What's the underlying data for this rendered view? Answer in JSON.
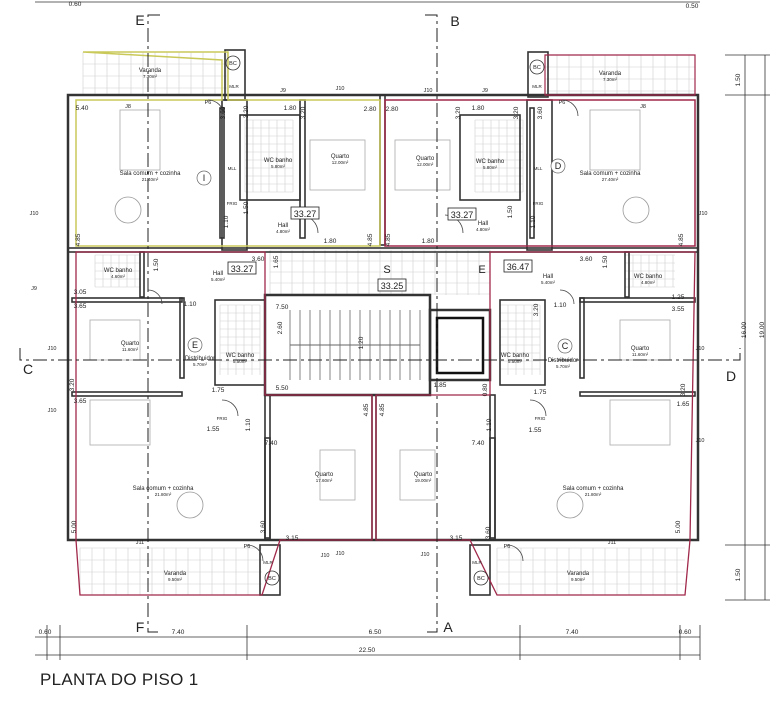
{
  "title": "PLANTA DO PISO 1",
  "colors": {
    "wall": "#333333",
    "unit_top_left": "#c9c95a",
    "unit_other": "#a0284a",
    "tile": "#cfcfcf"
  },
  "rooms": [
    {
      "name": "Varanda",
      "area": "7.30m²"
    },
    {
      "name": "Sala comum + cozinha",
      "area": "21.40m²"
    },
    {
      "name": "WC banho",
      "area": "5.80m²"
    },
    {
      "name": "Quarto",
      "area": "12.00m²"
    },
    {
      "name": "Hall",
      "area": "4.80m²"
    },
    {
      "name": "Varanda",
      "area": "7.30m²"
    },
    {
      "name": "Quarto",
      "area": "12.00m²"
    },
    {
      "name": "WC banho",
      "area": "5.80m²"
    },
    {
      "name": "Sala comum + cozinha",
      "area": "27.40m²"
    },
    {
      "name": "Hall",
      "area": "4.80m²"
    },
    {
      "name": "WC banho",
      "area": "4.60m²"
    },
    {
      "name": "Hall",
      "area": "5.40m²"
    },
    {
      "name": "Quarto",
      "area": "11.60m²"
    },
    {
      "name": "Distribuidor",
      "area": "5.70m²"
    },
    {
      "name": "WC banho",
      "area": "5.50m²"
    },
    {
      "name": "Hall",
      "area": "5.40m²"
    },
    {
      "name": "WC banho",
      "area": "4.80m²"
    },
    {
      "name": "WC banho",
      "area": "5.50m²"
    },
    {
      "name": "Distribuidor",
      "area": "5.70m²"
    },
    {
      "name": "Quarto",
      "area": "11.60m²"
    },
    {
      "name": "Sala comum + cozinha",
      "area": "21.80m²"
    },
    {
      "name": "Quarto",
      "area": "17.60m²"
    },
    {
      "name": "Quarto",
      "area": "19.00m²"
    },
    {
      "name": "Sala comum + cozinha",
      "area": "21.80m²"
    },
    {
      "name": "Varanda",
      "area": "9.50m²"
    },
    {
      "name": "Varanda",
      "area": "9.50m²"
    }
  ],
  "area_badges": [
    "33.27",
    "33.27",
    "33.27",
    "36.47",
    "33.25"
  ],
  "unit_marks": [
    "I",
    "D",
    "E",
    "C"
  ],
  "section_marks": [
    "E",
    "B",
    "C",
    "D",
    "F",
    "A",
    "S",
    "E"
  ],
  "fixtures": [
    "BC",
    "MLR",
    "BC",
    "MLR",
    "MLR",
    "BC",
    "MLR",
    "BC",
    "FRIG",
    "FRIG",
    "FRIG",
    "FRIG",
    "MLL",
    "MLL"
  ],
  "openings": [
    "J8",
    "P6",
    "J9",
    "J10",
    "J10",
    "J9",
    "P6",
    "J8",
    "J10",
    "J10",
    "J9",
    "J10",
    "J10",
    "J10",
    "J10",
    "J10",
    "J11",
    "P6",
    "J10",
    "J10",
    "P6",
    "J11"
  ],
  "dimensions": [
    "5.40",
    "3.60",
    "3.20",
    "1.80",
    "3.20",
    "2.80",
    "1.10",
    "1.50",
    "1.80",
    "4.85",
    "4.85",
    "2.80",
    "3.20",
    "1.80",
    "3.20",
    "3.60",
    "1.50",
    "1.10",
    "4.85",
    "1.80",
    "4.85",
    "1.50",
    "3.60",
    "1.65",
    "3.05",
    "3.65",
    "1.10",
    "7.50",
    "2.60",
    "1.20",
    "1.75",
    "5.50",
    "3.20",
    "3.65",
    "3.60",
    "1.50",
    "1.25",
    "3.55",
    "1.10",
    "3.20",
    "1.85",
    "0.80",
    "1.75",
    "3.20",
    "1.65",
    "4.85",
    "4.85",
    "1.10",
    "1.55",
    "7.40",
    "1.10",
    "1.55",
    "7.40",
    "5.00",
    "3.60",
    "3.15",
    "3.15",
    "3.60",
    "5.00",
    "0.60",
    "7.40",
    "6.50",
    "7.40",
    "0.60",
    "22.50",
    "0.60",
    "0.50",
    "1.50",
    "16.00",
    "19.00",
    "1.50"
  ]
}
